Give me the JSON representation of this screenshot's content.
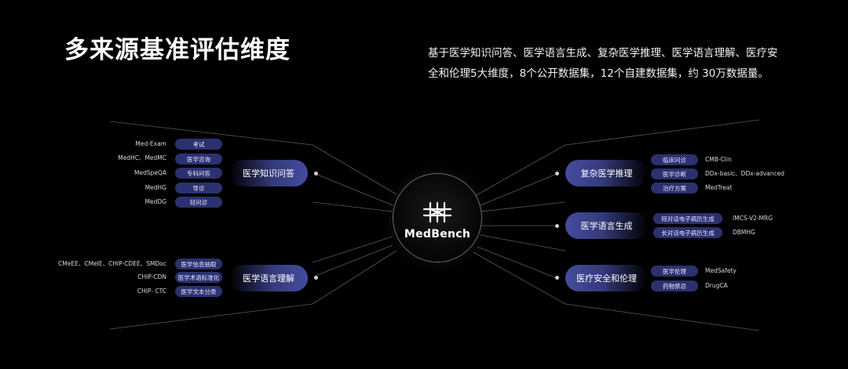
{
  "title": "多来源基准评估维度",
  "description": "基于医学知识问答、医学语言生成、复杂医学推理、医学语言理解、医疗安全和伦理5大维度，8个公开数据集，12个自建数据集，约 30万数据量。",
  "center": {
    "label": "MedBench",
    "icon": "medbench-logo-icon"
  },
  "dimensions": {
    "knowledge_qa": {
      "label": "医学知识问答",
      "items": [
        {
          "tag": "考试",
          "source": "Med-Exam"
        },
        {
          "tag": "医学咨询",
          "source": "MedHC、MedMC"
        },
        {
          "tag": "专科问答",
          "source": "MedSpeQA"
        },
        {
          "tag": "导诊",
          "source": "MedHG"
        },
        {
          "tag": "轻问诊",
          "source": "MedDG"
        }
      ]
    },
    "language_understanding": {
      "label": "医学语言理解",
      "items": [
        {
          "tag": "医学信息抽取",
          "source": "CMeEE、CMeIE、CHIP-CDEE、SMDoc"
        },
        {
          "tag": "医学术语标准化",
          "source": "CHIP-CDN"
        },
        {
          "tag": "医学文本分类",
          "source": "CHIP- CTC"
        }
      ]
    },
    "complex_reasoning": {
      "label": "复杂医学推理",
      "items": [
        {
          "tag": "临床问诊",
          "source": "CMB-Clin"
        },
        {
          "tag": "医学诊断",
          "source": "DDx-basic、DDx-advanced"
        },
        {
          "tag": "治疗方案",
          "source": "MedTreat"
        }
      ]
    },
    "language_generation": {
      "label": "医学语言生成",
      "items": [
        {
          "tag": "短对话电子病历生成",
          "source": "IMCS-V2-MRG"
        },
        {
          "tag": "长对话电子病历生成",
          "source": "DBMHG"
        }
      ]
    },
    "safety_ethics": {
      "label": "医疗安全和伦理",
      "items": [
        {
          "tag": "医学伦理",
          "source": "MedSafety"
        },
        {
          "tag": "药物禁忌",
          "source": "DrugCA"
        }
      ]
    }
  }
}
